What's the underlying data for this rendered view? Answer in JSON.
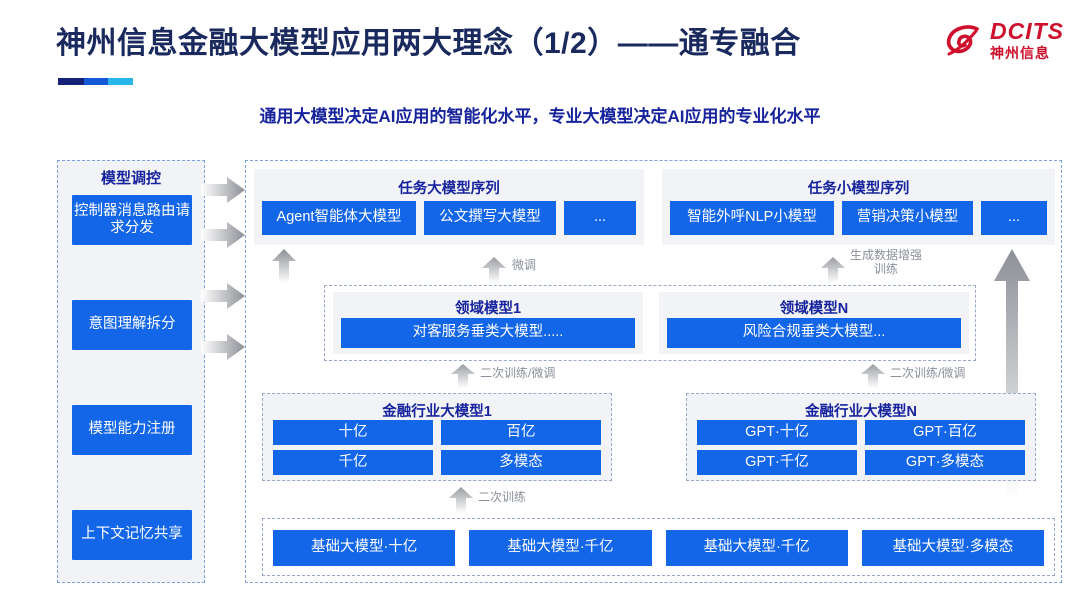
{
  "header": {
    "title": "神州信息金融大模型应用两大理念（1/2）——通专融合",
    "subtitle": "通用大模型决定AI应用的智能化水平，专业大模型决定AI应用的专业化水平",
    "logo_en": "DCITS",
    "logo_cn": "神州信息",
    "brand_red": "#cf102d",
    "title_color": "#1b2a5e",
    "accent_blue": "#1366e8",
    "subtitle_color": "#17239c"
  },
  "left_column": {
    "heading": "模型调控",
    "items": [
      {
        "label": "控制器消息路由请求分发"
      },
      {
        "label": "意图理解拆分"
      },
      {
        "label": "模型能力注册"
      },
      {
        "label": "上下文记忆共享"
      }
    ]
  },
  "task_big": {
    "heading": "任务大模型序列",
    "items": [
      "Agent智能体大模型",
      "公文撰写大模型",
      "..."
    ]
  },
  "task_small": {
    "heading": "任务小模型序列",
    "items": [
      "智能外呼NLP小模型",
      "营销决策小模型",
      "..."
    ]
  },
  "domain": {
    "groups": [
      {
        "heading": "领域模型1",
        "box": "对客服务垂类大模型....."
      },
      {
        "heading": "领域模型N",
        "box": "风险合规垂类大模型..."
      }
    ]
  },
  "finance": {
    "groups": [
      {
        "heading": "金融行业大模型1",
        "items": [
          "十亿",
          "百亿",
          "千亿",
          "多模态"
        ]
      },
      {
        "heading": "金融行业大模型N",
        "items": [
          "GPT·十亿",
          "GPT·百亿",
          "GPT·千亿",
          "GPT·多模态"
        ]
      }
    ]
  },
  "base": {
    "items": [
      "基础大模型·十亿",
      "基础大模型·千亿",
      "基础大模型·千亿",
      "基础大模型·多模态"
    ]
  },
  "arrow_labels": {
    "fine_tune": "微调",
    "data_aug": "生成数据增强\n训练",
    "retrain_finetune_1": "二次训练/微调",
    "retrain_finetune_2": "二次训练/微调",
    "retrain": "二次训练"
  }
}
